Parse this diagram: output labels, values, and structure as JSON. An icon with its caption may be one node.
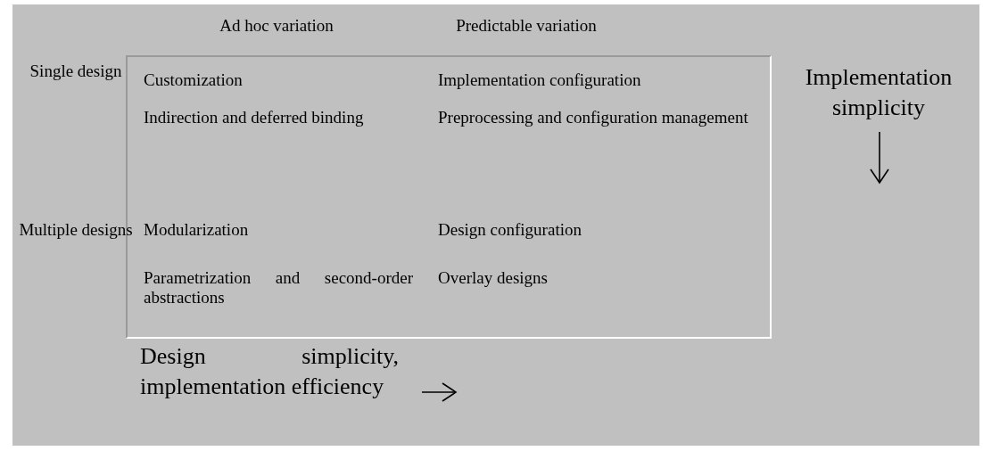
{
  "diagram": {
    "nodes": [
      {
        "text": [
          "Customization",
          "Implementation configuration",
          "Indirection and deferred binding",
          "Preprocessing and configuration management",
          "Modularization",
          "Design configuration",
          "Parametrization and second-order abstractions",
          "Overlay designs"
        ]
      }
    ],
    "labels": [
      "Ad hoc variation",
      "Predictable variation",
      "Single design",
      "Multiple designs",
      "Implementation simplicity",
      "Design simplicity, implementation efficiency"
    ]
  }
}
